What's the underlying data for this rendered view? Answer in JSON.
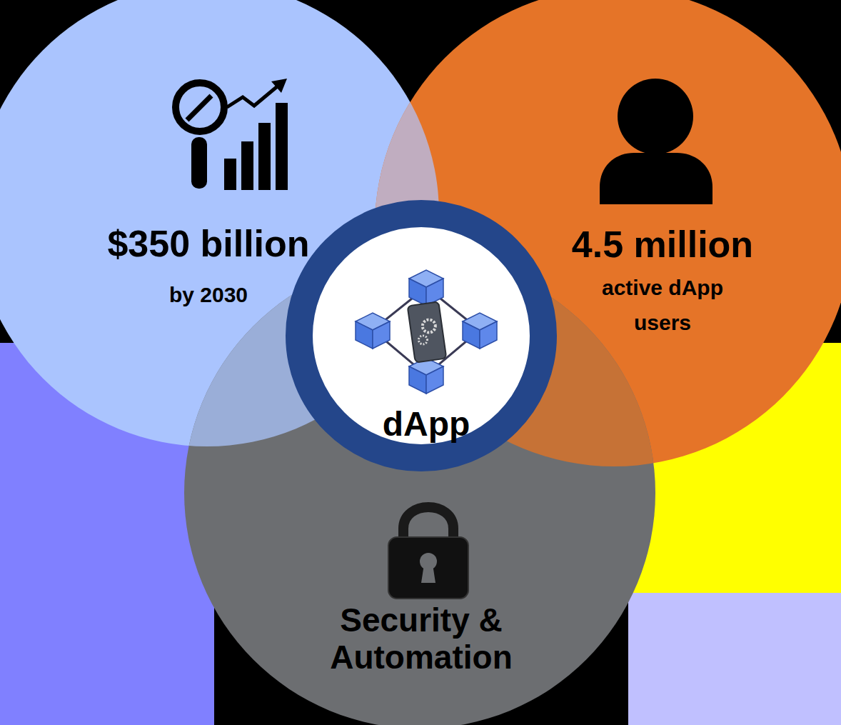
{
  "diagram": {
    "nodes": [
      {
        "text": [
          "$350 billion",
          "by 2030"
        ]
      },
      {
        "text": [
          "4.5 million",
          "active dApp users"
        ]
      },
      {
        "text": [
          "dApp"
        ]
      },
      {
        "text": [
          "Security & Automation"
        ]
      }
    ]
  }
}
